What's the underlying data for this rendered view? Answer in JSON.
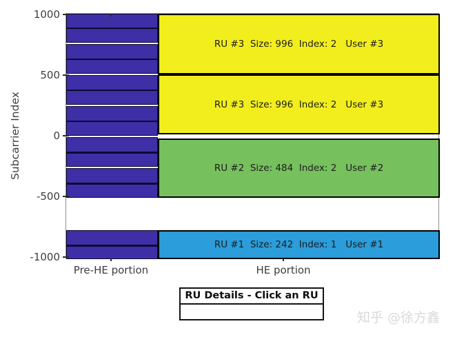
{
  "figure": {
    "watermark": "知乎 @徐方鑫"
  },
  "ru_details": {
    "title": "RU Details - Click an RU",
    "value": ""
  },
  "chart_data": {
    "type": "ru-allocation",
    "title": "",
    "xlabel": "",
    "ylabel": "Subcarrier Index",
    "ylim": [
      -1012,
      1012
    ],
    "yticks": [
      1000,
      500,
      0,
      -500,
      -1000
    ],
    "grid": "off",
    "x_categories": [
      "Pre-HE portion",
      "HE portion"
    ],
    "colors": {
      "pre_he_fill": "#3e2fa7",
      "pre_he_border": "#0d0930",
      "ru_border": "#000000",
      "ru3_fill": "#f2ee1d",
      "ru2_fill": "#77c05e",
      "ru1_fill": "#2b9dda",
      "tick_text": "#3d3d3d",
      "watermark_text": "#d9d9d9"
    },
    "pre_he_segments": [
      {
        "from": 774,
        "to": 1018,
        "dc": 896
      },
      {
        "from": 518,
        "to": 762,
        "dc": 640
      },
      {
        "from": 262,
        "to": 506,
        "dc": 384
      },
      {
        "from": 6,
        "to": 250,
        "dc": 128
      },
      {
        "from": -250,
        "to": -6,
        "dc": -128
      },
      {
        "from": -506,
        "to": -262,
        "dc": -384
      },
      {
        "from": -1018,
        "to": -774,
        "dc": -896
      }
    ],
    "rus": [
      {
        "name": "RU #3",
        "size": 996,
        "index": 2,
        "user": "User #3",
        "from": 510,
        "to": 1012,
        "fill": "#f2ee1d",
        "label": "RU #3  Size: 996  Index: 2   User #3"
      },
      {
        "name": "RU #3",
        "size": 996,
        "index": 2,
        "user": "User #3",
        "from": 17,
        "to": 510,
        "fill": "#f2ee1d",
        "label": "RU #3  Size: 996  Index: 2   User #3"
      },
      {
        "name": "RU #2",
        "size": 484,
        "index": 2,
        "user": "User #2",
        "from": -506,
        "to": -17,
        "fill": "#77c05e",
        "label": "RU #2  Size: 484  Index: 2   User #2"
      },
      {
        "name": "RU #1",
        "size": 242,
        "index": 1,
        "user": "User #1",
        "from": -1012,
        "to": -771,
        "fill": "#2b9dda",
        "label": "RU #1  Size: 242  Index: 1   User #1"
      }
    ]
  }
}
